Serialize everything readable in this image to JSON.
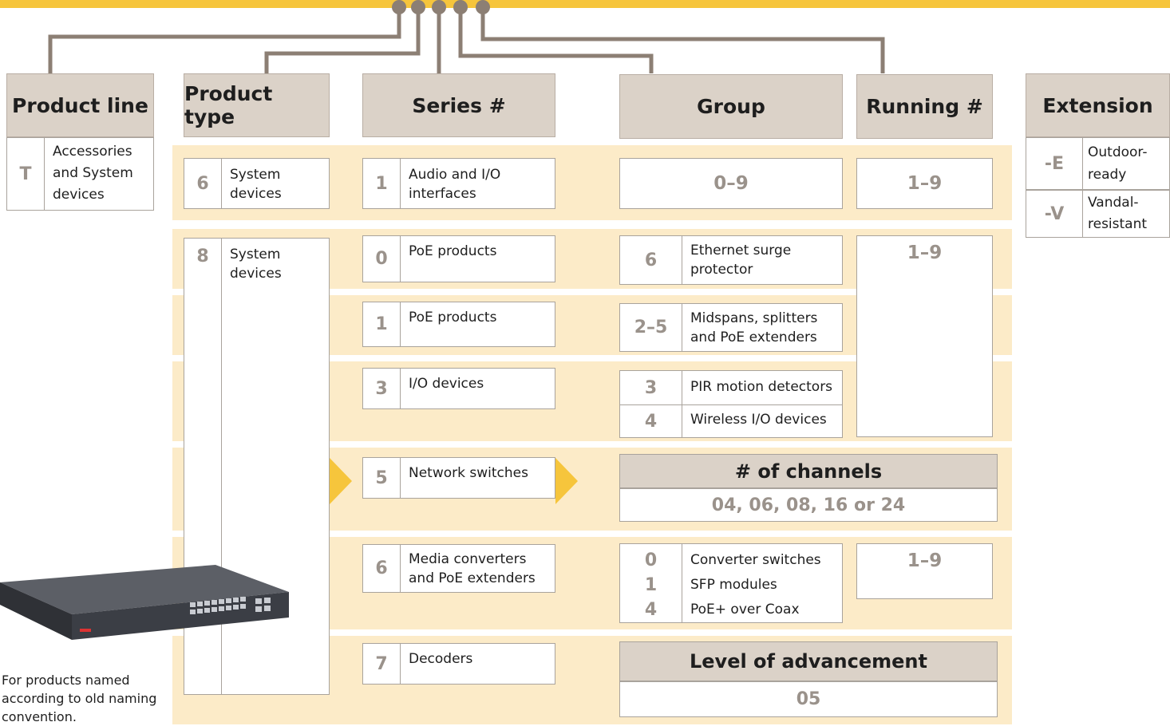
{
  "headers": {
    "product_line": "Product line",
    "product_type": "Product type",
    "series": "Series #",
    "group": "Group",
    "running": "Running #",
    "extension": "Extension"
  },
  "product_line": {
    "code": "T",
    "text": "Accessories and System devices"
  },
  "row_a": {
    "type": {
      "code": "6",
      "text": "System devices"
    },
    "series": {
      "code": "1",
      "text": "Audio and I/O interfaces"
    },
    "group_range": "0–9",
    "running_range": "1–9"
  },
  "row_b_type": {
    "code": "8",
    "text": "System devices"
  },
  "series_b": [
    {
      "code": "0",
      "text": "PoE products"
    },
    {
      "code": "1",
      "text": "PoE products"
    },
    {
      "code": "3",
      "text": "I/O devices"
    },
    {
      "code": "5",
      "text": "Network switches"
    },
    {
      "code": "6",
      "text": "Media converters and PoE extenders"
    },
    {
      "code": "7",
      "text": "Decoders"
    }
  ],
  "groups_b": {
    "surge": {
      "code": "6",
      "text": "Ethernet surge protector"
    },
    "midspans": {
      "code": "2–5",
      "text": "Midspans, splitters and PoE extenders"
    },
    "pir": {
      "code": "3",
      "text": "PIR motion detectors"
    },
    "wireless": {
      "code": "4",
      "text": "Wireless I/O devices"
    },
    "converters": [
      {
        "code": "0",
        "text": "Converter switches"
      },
      {
        "code": "1",
        "text": "SFP modules"
      },
      {
        "code": "4",
        "text": "PoE+ over Coax"
      }
    ]
  },
  "running_b1": "1–9",
  "running_b2": "1–9",
  "channels": {
    "title": "# of channels",
    "value": "04, 06, 08, 16 or 24"
  },
  "advancement": {
    "title": "Level of advancement",
    "value": "05"
  },
  "extensions": [
    {
      "code": "-E",
      "text": "Outdoor-ready"
    },
    {
      "code": "-V",
      "text": "Vandal-resistant"
    }
  ],
  "caption": "For products named according to old naming convention.",
  "colors": {
    "accent": "#f6c53c",
    "band": "#fcebc8",
    "header": "#dbd2c8",
    "connector": "#8c7f74",
    "code": "#9a928b"
  }
}
